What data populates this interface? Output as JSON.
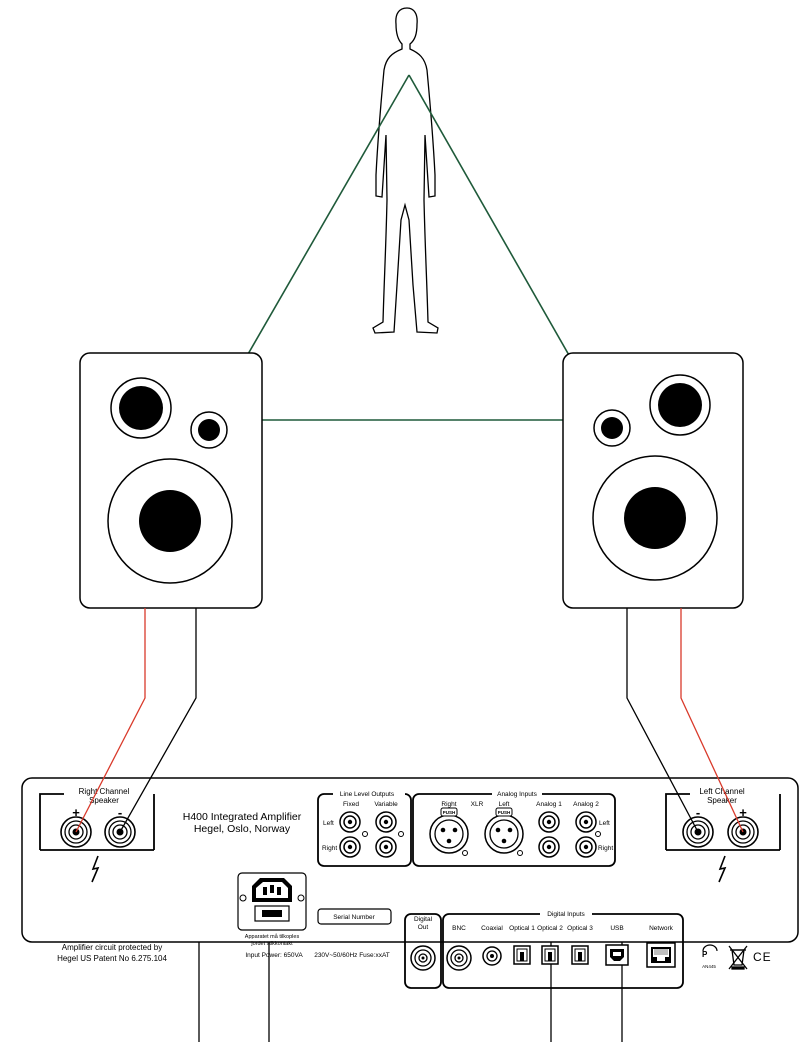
{
  "amplifier": {
    "title_line1": "H400 Integrated Amplifier",
    "title_line2": "Hegel, Oslo, Norway",
    "patent_line1": "Amplifier circuit protected by",
    "patent_line2": "Hegel US Patent No 6.275.104",
    "right_channel_line1": "Right Channel",
    "right_channel_line2": "Speaker",
    "left_channel_line1": "Left Channel",
    "left_channel_line2": "Speaker",
    "plus": "+",
    "minus": "-",
    "line_level_title": "Line Level Outputs",
    "fixed": "Fixed",
    "variable": "Variable",
    "left": "Left",
    "right": "Right",
    "analog_title": "Analog Inputs",
    "xlr": "XLR",
    "right_cap": "Right",
    "left_cap": "Left",
    "push": "PUSH",
    "analog1": "Analog 1",
    "analog2": "Analog 2",
    "mains_note_line1": "Apparatet må tilkoples",
    "mains_note_line2": "jordet stikkontakt",
    "input_power": "Input Power: 650VA",
    "serial_number": "Serial Number",
    "voltage": "230V~50/60Hz Fuse:xxAT",
    "digital_out_line1": "Digital",
    "digital_out_line2": "Out",
    "digital_inputs_title": "Digital Inputs",
    "bnc": "BNC",
    "coaxial": "Coaxial",
    "optical1": "Optical 1",
    "optical2": "Optical 2",
    "optical3": "Optical 3",
    "usb": "USB",
    "network": "Network",
    "cert_code": "AN445",
    "ce": "CE"
  },
  "colors": {
    "triangle": "#1f5a3a",
    "positive_cable": "#d93a2b",
    "negative_cable": "#000000"
  }
}
